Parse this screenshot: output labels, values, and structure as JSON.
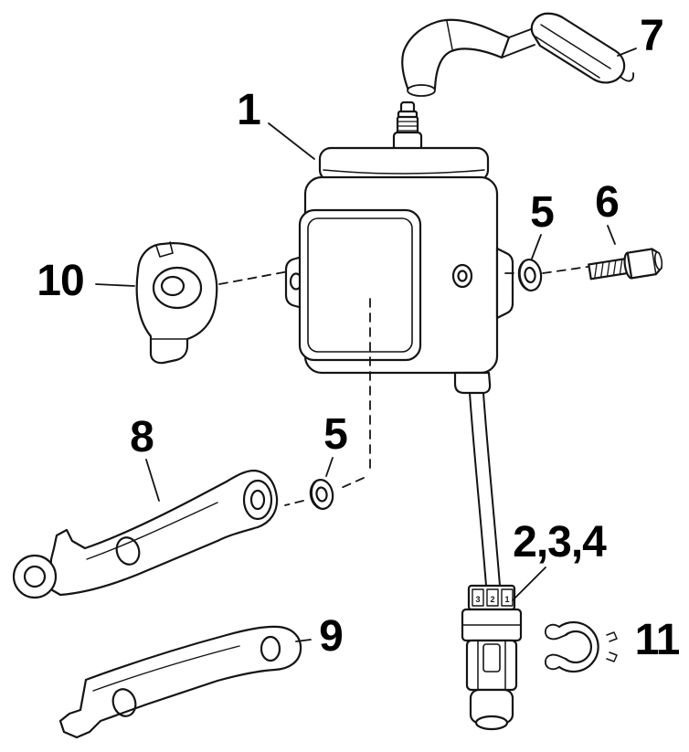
{
  "page": {
    "background_color": "#ffffff",
    "line_color": "#141414"
  },
  "diagram": {
    "kind": "exploded-parts-diagram",
    "callouts": [
      {
        "label": "1"
      },
      {
        "label": "7"
      },
      {
        "label": "5"
      },
      {
        "label": "6"
      },
      {
        "label": "10"
      },
      {
        "label": "8"
      },
      {
        "label": "5"
      },
      {
        "label": "2,3,4"
      },
      {
        "label": "9"
      },
      {
        "label": "11"
      }
    ],
    "connector_pins": [
      "3",
      "2",
      "1"
    ]
  }
}
